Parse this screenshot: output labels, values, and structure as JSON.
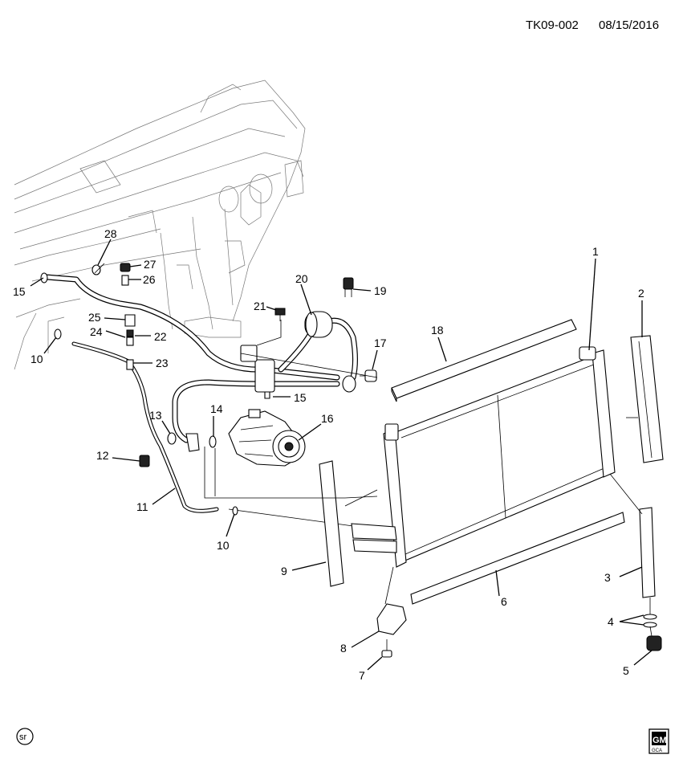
{
  "header": {
    "diagram_id": "TK09-002",
    "date": "08/15/2016"
  },
  "footer": {
    "left_badge": "sr",
    "logo_top": "GM",
    "logo_bottom": "GCA"
  },
  "callouts": [
    {
      "id": "c1",
      "label": "1"
    },
    {
      "id": "c2",
      "label": "2"
    },
    {
      "id": "c3",
      "label": "3"
    },
    {
      "id": "c4",
      "label": "4"
    },
    {
      "id": "c5",
      "label": "5"
    },
    {
      "id": "c6",
      "label": "6"
    },
    {
      "id": "c7",
      "label": "7"
    },
    {
      "id": "c8",
      "label": "8"
    },
    {
      "id": "c9",
      "label": "9"
    },
    {
      "id": "c10a",
      "label": "10"
    },
    {
      "id": "c10b",
      "label": "10"
    },
    {
      "id": "c11",
      "label": "11"
    },
    {
      "id": "c12",
      "label": "12"
    },
    {
      "id": "c13",
      "label": "13"
    },
    {
      "id": "c14",
      "label": "14"
    },
    {
      "id": "c15a",
      "label": "15"
    },
    {
      "id": "c15b",
      "label": "15"
    },
    {
      "id": "c16",
      "label": "16"
    },
    {
      "id": "c17",
      "label": "17"
    },
    {
      "id": "c18",
      "label": "18"
    },
    {
      "id": "c19",
      "label": "19"
    },
    {
      "id": "c20",
      "label": "20"
    },
    {
      "id": "c21",
      "label": "21"
    },
    {
      "id": "c22",
      "label": "22"
    },
    {
      "id": "c23",
      "label": "23"
    },
    {
      "id": "c24",
      "label": "24"
    },
    {
      "id": "c25",
      "label": "25"
    },
    {
      "id": "c26",
      "label": "26"
    },
    {
      "id": "c27",
      "label": "27"
    },
    {
      "id": "c28",
      "label": "28"
    }
  ]
}
